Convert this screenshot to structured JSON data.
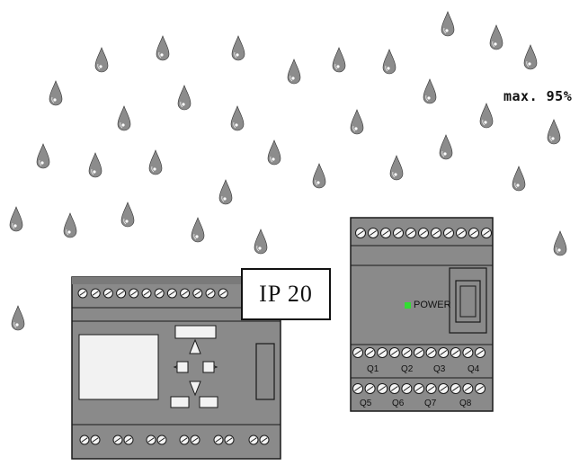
{
  "humidity": {
    "label": "max. 95%"
  },
  "protection": {
    "label": "IP 20"
  },
  "expansion_module": {
    "power_label": "POWER",
    "output_labels": [
      "Q1",
      "Q2",
      "Q3",
      "Q4"
    ],
    "input_labels": [
      "Q5",
      "Q6",
      "Q7",
      "Q8"
    ]
  },
  "icons": {
    "drop": "water-drop-icon",
    "led": "power-led-icon",
    "navigation": "navigation-arrows-icon"
  },
  "colors": {
    "device_body": "#8a8a8a",
    "display": "#f2f2f2",
    "power_led": "#33dd33",
    "outline": "#1a1a1a"
  }
}
